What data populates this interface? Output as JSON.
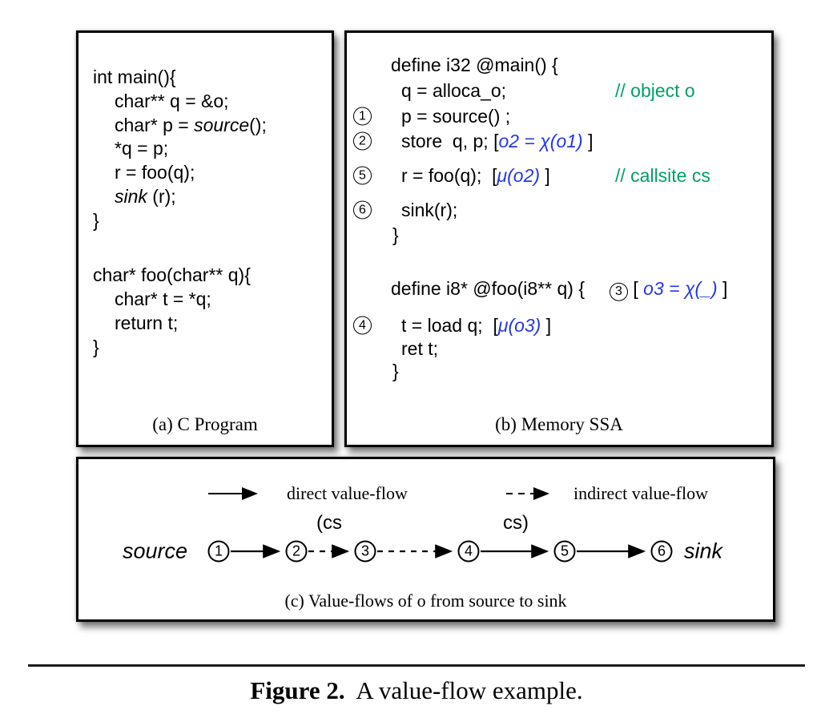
{
  "colors": {
    "comment_green": "#00A065",
    "ssa_blue": "#2337E6",
    "border_black": "#000000"
  },
  "panel_a": {
    "l1": "int main(){",
    "l2": "char** q = &o;",
    "l3a": "char* p = ",
    "l3b": "source",
    "l3c": "();",
    "l4": "*q = p;",
    "l5": "r = foo(q);",
    "l6a": "sink",
    "l6b": " (r);",
    "l7": "}",
    "l8": "char* foo(char** q){",
    "l9": "char* t = *q;",
    "l10": "return t;",
    "l11": "}",
    "caption": "(a) C Program"
  },
  "panel_b": {
    "l1": "define i32 @main() {",
    "l2": {
      "code": "q = alloca_o;",
      "comment": "// object o"
    },
    "l3": {
      "num": "1",
      "code": "p = source() ;"
    },
    "l4": {
      "num": "2",
      "code": "store  q, p; ",
      "br_open": "[",
      "anno": "o2 = χ(o1)",
      "br_close": " ]"
    },
    "l5": {
      "num": "5",
      "code": "r = foo(q);  ",
      "br_open": "[",
      "anno": "μ(o2)",
      "br_close": " ]",
      "comment": "// callsite cs"
    },
    "l6": {
      "num": "6",
      "code": "sink(r);"
    },
    "l7": "}",
    "l8": {
      "code": "define i8* @foo(i8** q) {",
      "num": "3",
      "br_open": " [ ",
      "anno": "o3 = χ(_)",
      "br_close": " ]"
    },
    "l9": {
      "num": "4",
      "code": "t = load q;  ",
      "br_open": "[",
      "anno": "μ(o3)",
      "br_close": " ]"
    },
    "l10": "ret t;",
    "l11": "}",
    "caption": "(b) Memory SSA"
  },
  "panel_c": {
    "legend": {
      "direct": "direct value-flow",
      "indirect": "indirect value-flow"
    },
    "source_label": "source",
    "sink_label": "sink",
    "nodes": [
      "1",
      "2",
      "3",
      "4",
      "5",
      "6"
    ],
    "cs_open": "(cs",
    "cs_close": "cs)",
    "caption": "(c) Value-flows of o from source to sink"
  },
  "figure_caption": {
    "label": "Figure 2.",
    "text": "  A value-flow example."
  }
}
